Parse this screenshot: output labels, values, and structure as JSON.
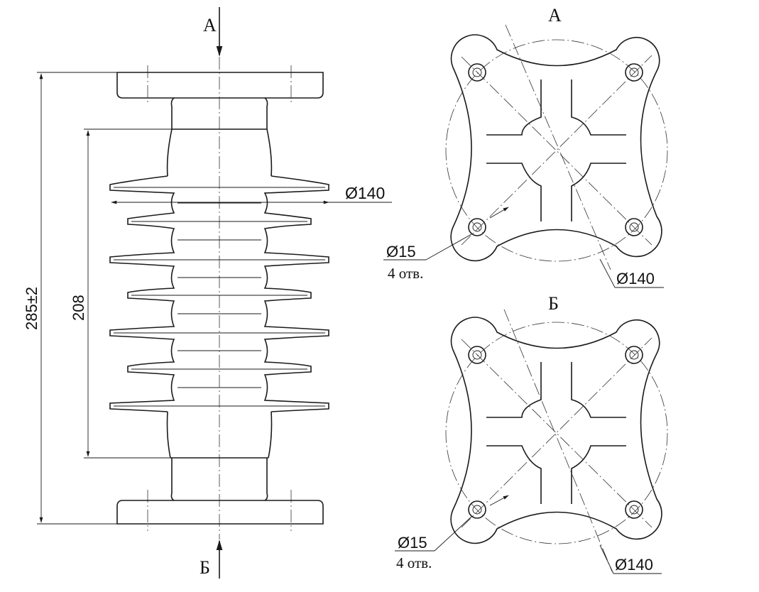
{
  "front_view": {
    "label_top": "А",
    "label_bottom": "Б",
    "dim_height_total": "285±2",
    "dim_height_body": "208",
    "dim_shed_diameter": "Ø140"
  },
  "view_a": {
    "title": "А",
    "hole_dia": "Ø15",
    "hole_count": "4 отв.",
    "pcd": "Ø140"
  },
  "view_b": {
    "title": "Б",
    "hole_dia": "Ø15",
    "hole_count": "4 отв.",
    "pcd": "Ø140"
  }
}
